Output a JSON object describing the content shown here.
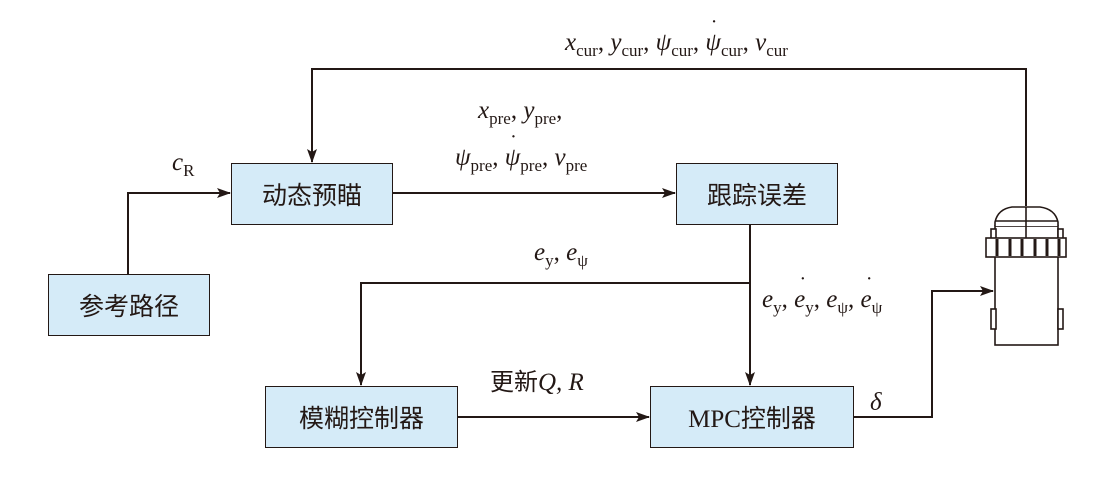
{
  "diagram": {
    "type": "control-flow block diagram",
    "blocks": {
      "reference_path": "参考路径",
      "dynamic_preview": "动态预瞄",
      "tracking_error": "跟踪误差",
      "fuzzy_controller": "模糊控制器",
      "mpc_controller": "MPC控制器"
    },
    "vehicle": "vehicle-icon",
    "labels": {
      "curvature": {
        "sym": "c",
        "sub": "R"
      },
      "current_state": [
        {
          "sym": "x",
          "sub": "cur",
          "dot": false
        },
        {
          "sym": "y",
          "sub": "cur",
          "dot": false
        },
        {
          "sym": "ψ",
          "sub": "cur",
          "dot": false
        },
        {
          "sym": "ψ",
          "sub": "cur",
          "dot": true
        },
        {
          "sym": "v",
          "sub": "cur",
          "dot": false
        }
      ],
      "preview_state_line1": [
        {
          "sym": "x",
          "sub": "pre",
          "dot": false
        },
        {
          "sym": "y",
          "sub": "pre",
          "dot": false
        }
      ],
      "preview_state_line2": [
        {
          "sym": "ψ",
          "sub": "pre",
          "dot": false
        },
        {
          "sym": "ψ",
          "sub": "pre",
          "dot": true
        },
        {
          "sym": "v",
          "sub": "pre",
          "dot": false
        }
      ],
      "errors_to_fuzzy": [
        {
          "sym": "e",
          "sub": "y",
          "dot": false
        },
        {
          "sym": "e",
          "sub": "ψ",
          "dot": false
        }
      ],
      "errors_to_mpc": [
        {
          "sym": "e",
          "sub": "y",
          "dot": false
        },
        {
          "sym": "e",
          "sub": "y",
          "dot": true
        },
        {
          "sym": "e",
          "sub": "ψ",
          "dot": false
        },
        {
          "sym": "e",
          "sub": "ψ",
          "dot": true
        }
      ],
      "update_weights": {
        "prefix": "更新",
        "vars": "Q, R"
      },
      "steering": "δ"
    },
    "colors": {
      "block_fill": "#d5ebf8",
      "line": "#231815"
    }
  }
}
